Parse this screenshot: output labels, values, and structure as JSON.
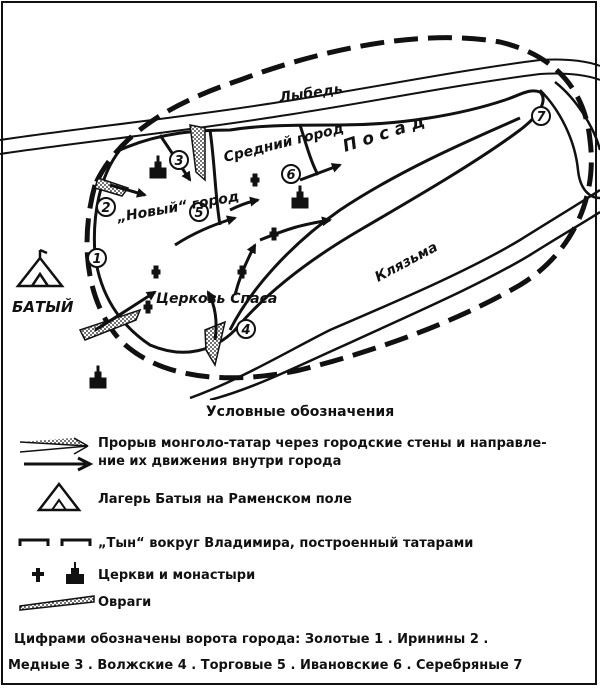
{
  "map": {
    "city_labels": {
      "novy_gorod": "„Новый“ город",
      "sredny_gorod": "Средний город",
      "posad": "П о с а д",
      "tserkov_spasa": "Церковь Спаса"
    },
    "rivers": {
      "lybed": "Лыбедь",
      "klyazma": "Клязьма"
    },
    "camp_label": "БАТЫЙ",
    "gate_numbers": [
      "1",
      "2",
      "3",
      "4",
      "5",
      "6",
      "7"
    ]
  },
  "legend": {
    "title": "Условные обозначения",
    "breakthrough": "Прорыв монголо-татар через городские стены и направле-",
    "breakthrough_cont": "ние их движения внутри города",
    "camp": "Лагерь Батыя на Раменском поле",
    "tyn": "„Тын“ вокруг Владимира, построенный татарами",
    "churches": "Церкви и монастыри",
    "ravines": "Овраги",
    "gates_intro": "Цифрами обозначены ворота города:",
    "gates": [
      {
        "name": "Золотые",
        "num": "1"
      },
      {
        "name": "Иринины",
        "num": "2"
      },
      {
        "name": "Медные",
        "num": "3"
      },
      {
        "name": "Волжские",
        "num": "4"
      },
      {
        "name": "Торговые",
        "num": "5"
      },
      {
        "name": "Ивановские",
        "num": "6"
      },
      {
        "name": "Серебряные",
        "num": "7"
      }
    ]
  },
  "colors": {
    "ink": "#111111",
    "paper": "#ffffff"
  }
}
